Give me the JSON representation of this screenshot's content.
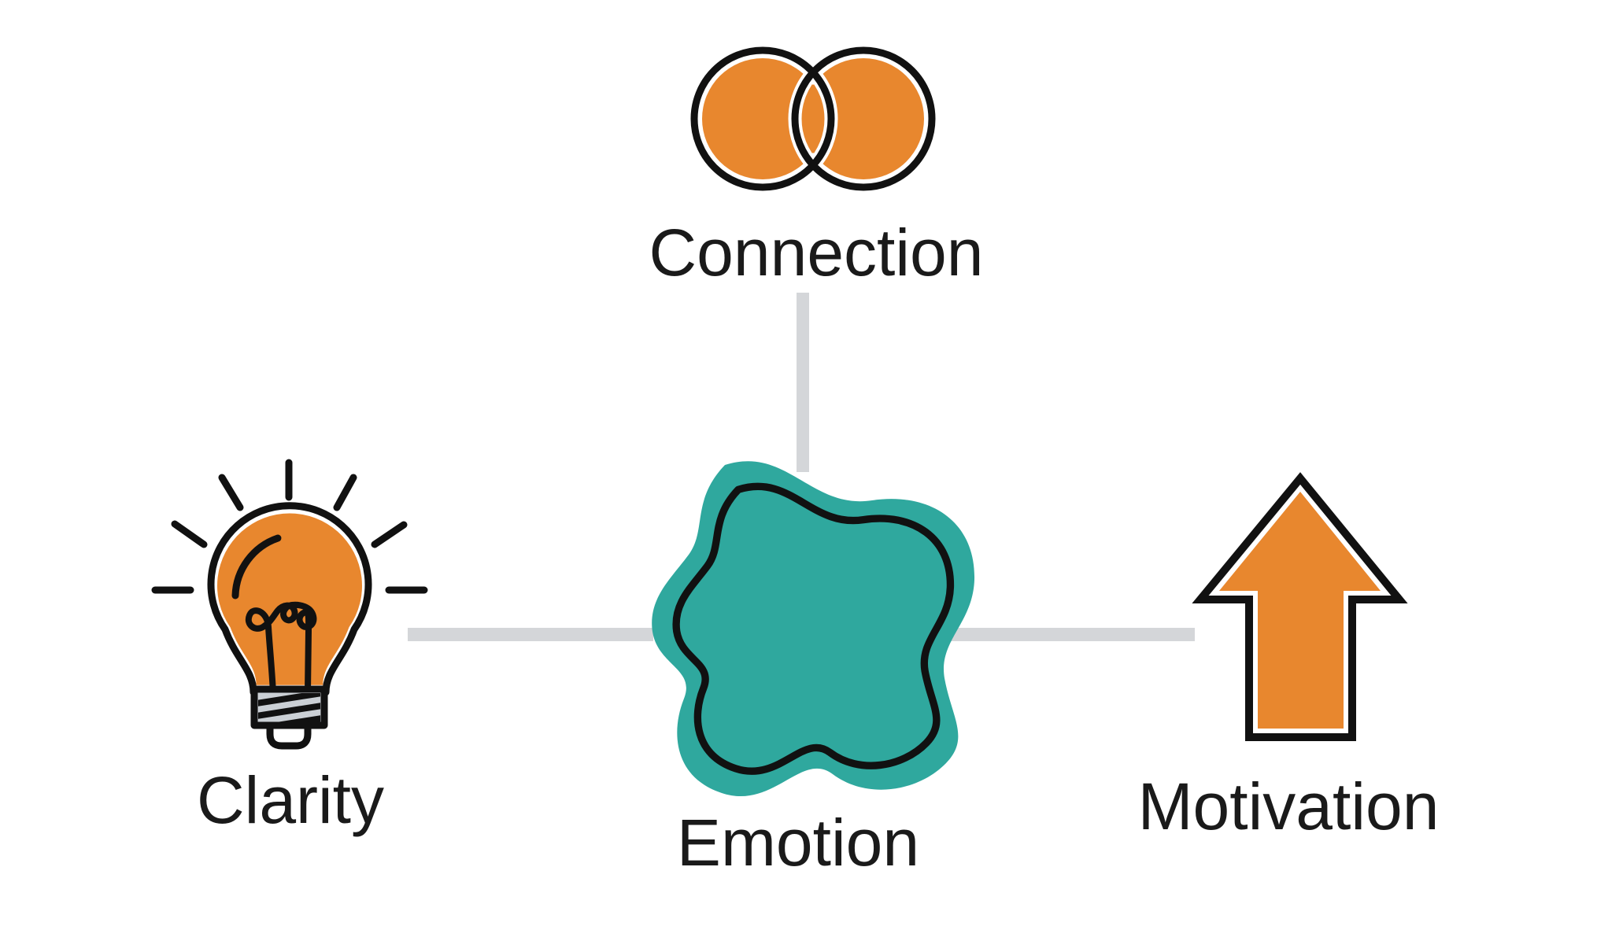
{
  "center": {
    "label": "Emotion",
    "icon": "blob-icon"
  },
  "nodes": [
    {
      "id": "connection",
      "label": "Connection",
      "icon": "overlapping-circles-icon",
      "position": "top"
    },
    {
      "id": "clarity",
      "label": "Clarity",
      "icon": "lightbulb-icon",
      "position": "left"
    },
    {
      "id": "motivation",
      "label": "Motivation",
      "icon": "up-arrow-icon",
      "position": "right"
    }
  ],
  "colors": {
    "orange": "#E8872E",
    "teal": "#2FA89E",
    "connector_gray": "#D4D6D9",
    "base_gray": "#CBD0D5",
    "outline_black": "#111111",
    "text": "#1A1A1A",
    "background": "#FFFFFF"
  }
}
